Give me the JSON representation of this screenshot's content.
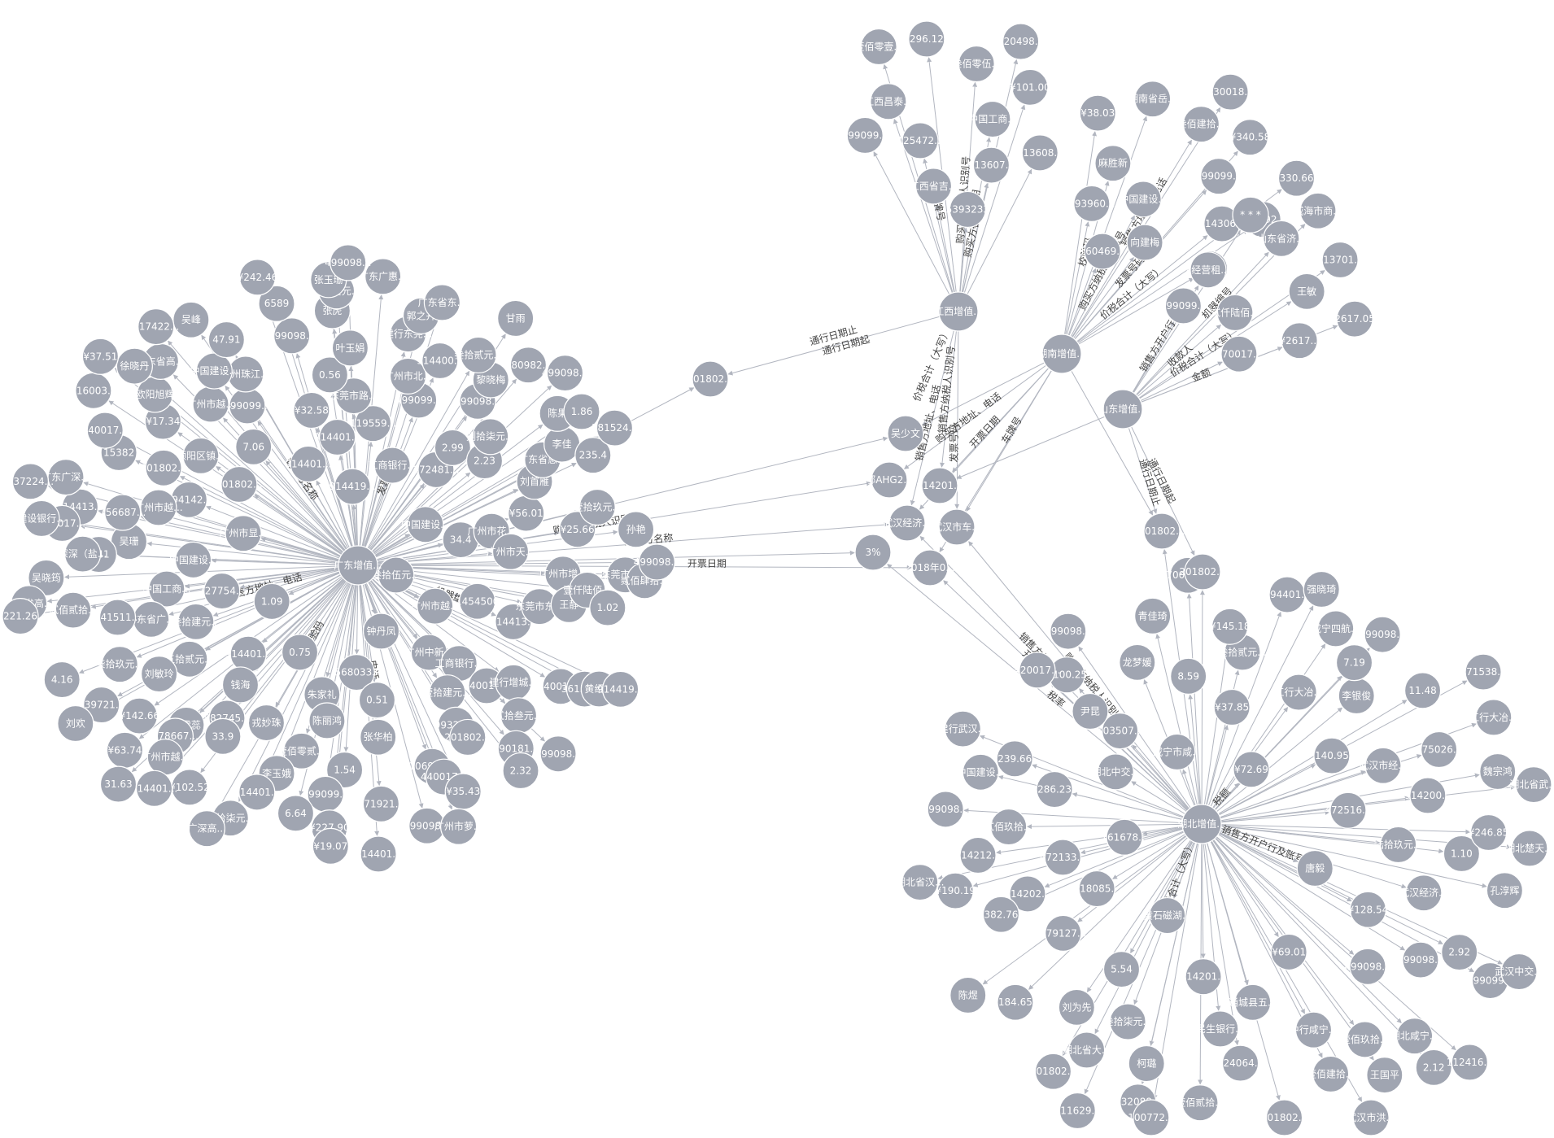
{
  "graph": {
    "hubs": [
      {
        "id": "gd",
        "label": "广东增值..."
      },
      {
        "id": "jx",
        "label": "江西增值..."
      },
      {
        "id": "hn",
        "label": "湖南增值..."
      },
      {
        "id": "sd",
        "label": "山东增值..."
      },
      {
        "id": "hb",
        "label": "湖北增值..."
      }
    ],
    "shared_nodes": [
      {
        "id": "s1",
        "label": "201802..."
      },
      {
        "id": "s2",
        "label": "吴少文"
      },
      {
        "id": "s3",
        "label": "鄂AHG2..."
      },
      {
        "id": "s4",
        "label": "914201..."
      },
      {
        "id": "s5",
        "label": "武汉经济..."
      },
      {
        "id": "s6",
        "label": "武汉市车..."
      },
      {
        "id": "s7",
        "label": "3%"
      },
      {
        "id": "s8",
        "label": "2018年0..."
      },
      {
        "id": "s9",
        "label": "201802..."
      },
      {
        "id": "s10",
        "label": "201802..."
      }
    ],
    "leaves": {
      "gd": [
        "叁拾伍元...",
        "1.09",
        "914419...",
        "钟丹凤",
        "广州市显...",
        "中国建设...",
        "0.75",
        "914401...",
        "广州市越...",
        "727754...",
        "工商银行...",
        "5680333",
        "201802...",
        "34.4",
        "914401...",
        "914401...",
        "广州中新...",
        "中国建设...",
        "172481...",
        "朱家礼",
        "7.06",
        "1454500",
        "叁拾建元...",
        "119559...",
        "0.51",
        "294142...",
        "广州市花...",
        "钱海",
        "¥32.58",
        "工商银行...",
        "中国工商...",
        "2.99",
        "陈丽鸿",
        "顺阳区镇...",
        "广州市天...",
        "五拾贰元...",
        "东莞市路...",
        "壹拾建元...",
        "广州市越...",
        "2.23",
        "戎妙珠",
        "499099...",
        "914413...",
        "广东省广...",
        "499099...",
        "张华柏",
        "201802...",
        "¥56.01",
        "882745...",
        "0.56",
        "440017...",
        "吴珊",
        "捌拾柒元...",
        "壹佰零贰...",
        "广州市越...",
        "东莞市东...",
        "刘敏玲",
        "广州市北...",
        "9932014",
        "756687...",
        "刘首雁",
        "33.9",
        "广州珠江...",
        "建行增城...",
        "941511...",
        "499098...",
        "1.54",
        "¥17.34",
        "广州市增...",
        "苏雷蕊",
        "叶玉娟",
        "201802...",
        "0.41",
        "广东省惠...",
        "李玉娥",
        "中国建设...",
        "王静",
        "柒拾玖元...",
        "914400...",
        "106916...",
        "15382",
        "¥25.66",
        "178667...",
        "499098...",
        "贰拾叁元...",
        "深深（盐...",
        "黎晓梅",
        "499099...",
        "欧阳旭辉",
        "壹仟陆佰...",
        "¥142.66",
        "建行东莞...",
        "440017...",
        "914413...",
        "李佳",
        "914401...",
        "47.91",
        "440017...",
        "贰佰贰拾...",
        "叁拾贰元...",
        "171921...",
        "440017...",
        "壹拾玖元...",
        "广州市越...",
        "张虎",
        "590181...",
        "440017...",
        "陈果",
        "6.64",
        "广东省高...",
        "1.02",
        "639721...",
        "郭之卉",
        "¥35.43",
        "广东广深...",
        "235.4",
        "¥102.52",
        "6589",
        "361517...",
        "吴晓筠",
        "580982...",
        "¥227.90",
        "徐晓丹",
        "东莞市东...",
        "¥63.74",
        "陆拾叁元...",
        "2.32",
        "建设银行...",
        "1.86",
        "叁拾柒元...",
        "吴峰",
        "黄绍芬",
        "4.16",
        "广东省东...",
        "499098...",
        "516003...",
        "孙艳",
        "914401...",
        "张玉珊",
        "499098...",
        "广东省高...",
        "499098...",
        "¥19.07",
        "317422...",
        "贰佰肆拾...",
        "刘欢",
        "广东广惠...",
        "广州市萝...",
        "837224...",
        "181524...",
        "广深高...",
        "¥242.46",
        "914419...",
        "221.26",
        "甘雨",
        "914401...",
        "¥37.51",
        "499098...",
        "31.63",
        "499098..."
      ],
      "jx": [
        "中国工商...",
        "125472...",
        "叁佰零伍...",
        "913607...",
        "江西昌泰...",
        "¥101.00",
        "江西省吉...",
        "296.12",
        "913608...",
        "499099...",
        "820498...",
        "5393233",
        "壹佰零壹..."
      ],
      "hn": [
        "499099...",
        "中国建设...",
        "叁佰建拾...",
        "914306...",
        "麻胜新",
        "¥340.58",
        "向建梅",
        "湖南省岳...",
        "36.92",
        "193960...",
        "430018...",
        "湖南省长...",
        "¥38.03",
        "330.66",
        "160469..."
      ],
      "sd": [
        "王敏",
        "贰仟陆佰...",
        "山东省济...",
        "¥2617...",
        "*经营租...",
        "913701...",
        "370017...",
        "* * *",
        "2617.05",
        "499099...",
        "威海市商..."
      ],
      "hb": [
        "唐毅",
        "黄石磁湖...",
        "¥72.69",
        "¥69.01",
        "161678...",
        "472516...",
        "914201...",
        "咸宁市咸...",
        "¥128.54",
        "118085...",
        "140.95",
        "通城县五...",
        "湖北中交...",
        "陆拾玖元...",
        "5.54",
        "¥37.85",
        "499098...",
        "472133...",
        "武汉市经...",
        "民生银行...",
        "103507...",
        "武汉经济...",
        "179127...",
        "工行大冶...",
        "中行咸宁...",
        "286.23",
        "914200...",
        "叁拾柒元...",
        "8.59",
        "499098...",
        "914202...",
        "李银俊",
        "124064...",
        "尹昆",
        "1.10",
        "刘为先",
        "叁拾贰元...",
        "壹佰玖拾...",
        "贰佰玖拾...",
        "475026...",
        "柯璐",
        "龙梦媛",
        "2.92",
        "382.76",
        "7.19",
        "壹佰建拾...",
        "239.66",
        "¥246.85",
        "湖北省大...",
        "¥145.18",
        "湖北咸宁...",
        "914212...",
        "11.48",
        "壹佰贰拾...",
        "¥100.25",
        "孔淳辉",
        "184.65",
        "咸宁四航...",
        "王国平",
        "中国建设...",
        "魏宗鸿",
        "132088...",
        "青佳琦",
        "499099...",
        "¥190.19",
        "499098...",
        "201802...",
        "420017...",
        "湖北楚天...",
        "201802...",
        "194401...",
        "2.12",
        "499098...",
        "工行大冶...",
        "100772...",
        "499098...",
        "武汉中交...",
        "陈煜",
        "强晓琦",
        "武汉市洪...",
        "建行武汉...",
        "湖北省武...",
        "111629...",
        "7007198",
        "112416...",
        "湖北省汉...",
        "471538..."
      ]
    },
    "edge_labels": {
      "jx_s1_a": "通行日期止",
      "jx_s1_b": "通行日期起",
      "jx_spokes": [
        "销售方纳税人识别号",
        "销售方地址、电话",
        "发票号码",
        "价税合计（大写）",
        "开票日期",
        "车牌号",
        "购买方纳税人识别号",
        "购买方名称"
      ],
      "hn_spokes": [
        "发票号码",
        "购买方纳税人识别号",
        "销售方地址、电话",
        "价税合计（大写）",
        "校验码",
        "开票日期",
        "车牌号",
        "购买方地址、电话"
      ],
      "sd_spokes": [
        "价税合计（大写）",
        "收款人",
        "机器编号",
        "金额",
        "销售方开户行及账号",
        "通行日期止",
        "通行日期起"
      ],
      "gd_spokes": [
        "购买方纳税人识别号",
        "购买方名称",
        "开票日期",
        "校验码",
        "销售方名称",
        "机器编号",
        "销售方地址、电话",
        "发票号码",
        "电话"
      ],
      "hb_spokes": [
        "购买方纳税人识别号",
        "销售方地址、电话",
        "开票日期",
        "税率",
        "销售方开户行及账号",
        "价税合计（大写）",
        "税额"
      ]
    }
  }
}
